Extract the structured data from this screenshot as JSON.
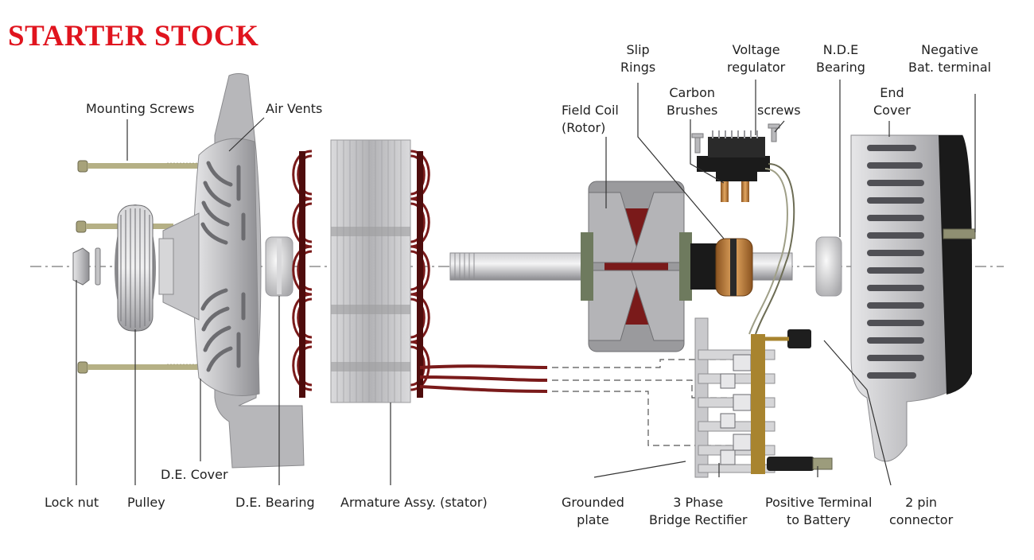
{
  "brand": {
    "text": "STARTER STOCK",
    "color": "#e0141e"
  },
  "labels": {
    "mounting_screws": "Mounting Screws",
    "air_vents": "Air Vents",
    "lock_nut": "Lock nut",
    "pulley": "Pulley",
    "de_cover": "D.E. Cover",
    "de_bearing": "D.E. Bearing",
    "armature": "Armature Assy. (stator)",
    "field_coil_1": "Field Coil",
    "field_coil_2": "(Rotor)",
    "slip_rings_1": "Slip",
    "slip_rings_2": "Rings",
    "voltage_reg_1": "Voltage",
    "voltage_reg_2": "regulator",
    "carbon_brushes_1": "Carbon",
    "carbon_brushes_2": "Brushes",
    "screws": "screws",
    "nde_bearing_1": "N.D.E",
    "nde_bearing_2": "Bearing",
    "end_cover_1": "End",
    "end_cover_2": "Cover",
    "neg_terminal_1": "Negative",
    "neg_terminal_2": "Bat. terminal",
    "grounded_plate_1": "Grounded",
    "grounded_plate_2": "plate",
    "rectifier_1": "3 Phase",
    "rectifier_2": "Bridge Rectifier",
    "pos_terminal_1": "Positive Terminal",
    "pos_terminal_2": "to Battery",
    "connector_1": "2 pin",
    "connector_2": "connector"
  },
  "colors": {
    "winding": "#7a1a1a",
    "winding_dark": "#4e0c0c",
    "metal": "#b9b9bb",
    "metal_dark": "#8f8f92",
    "copper": "#c98a44",
    "leader": "#333333"
  }
}
